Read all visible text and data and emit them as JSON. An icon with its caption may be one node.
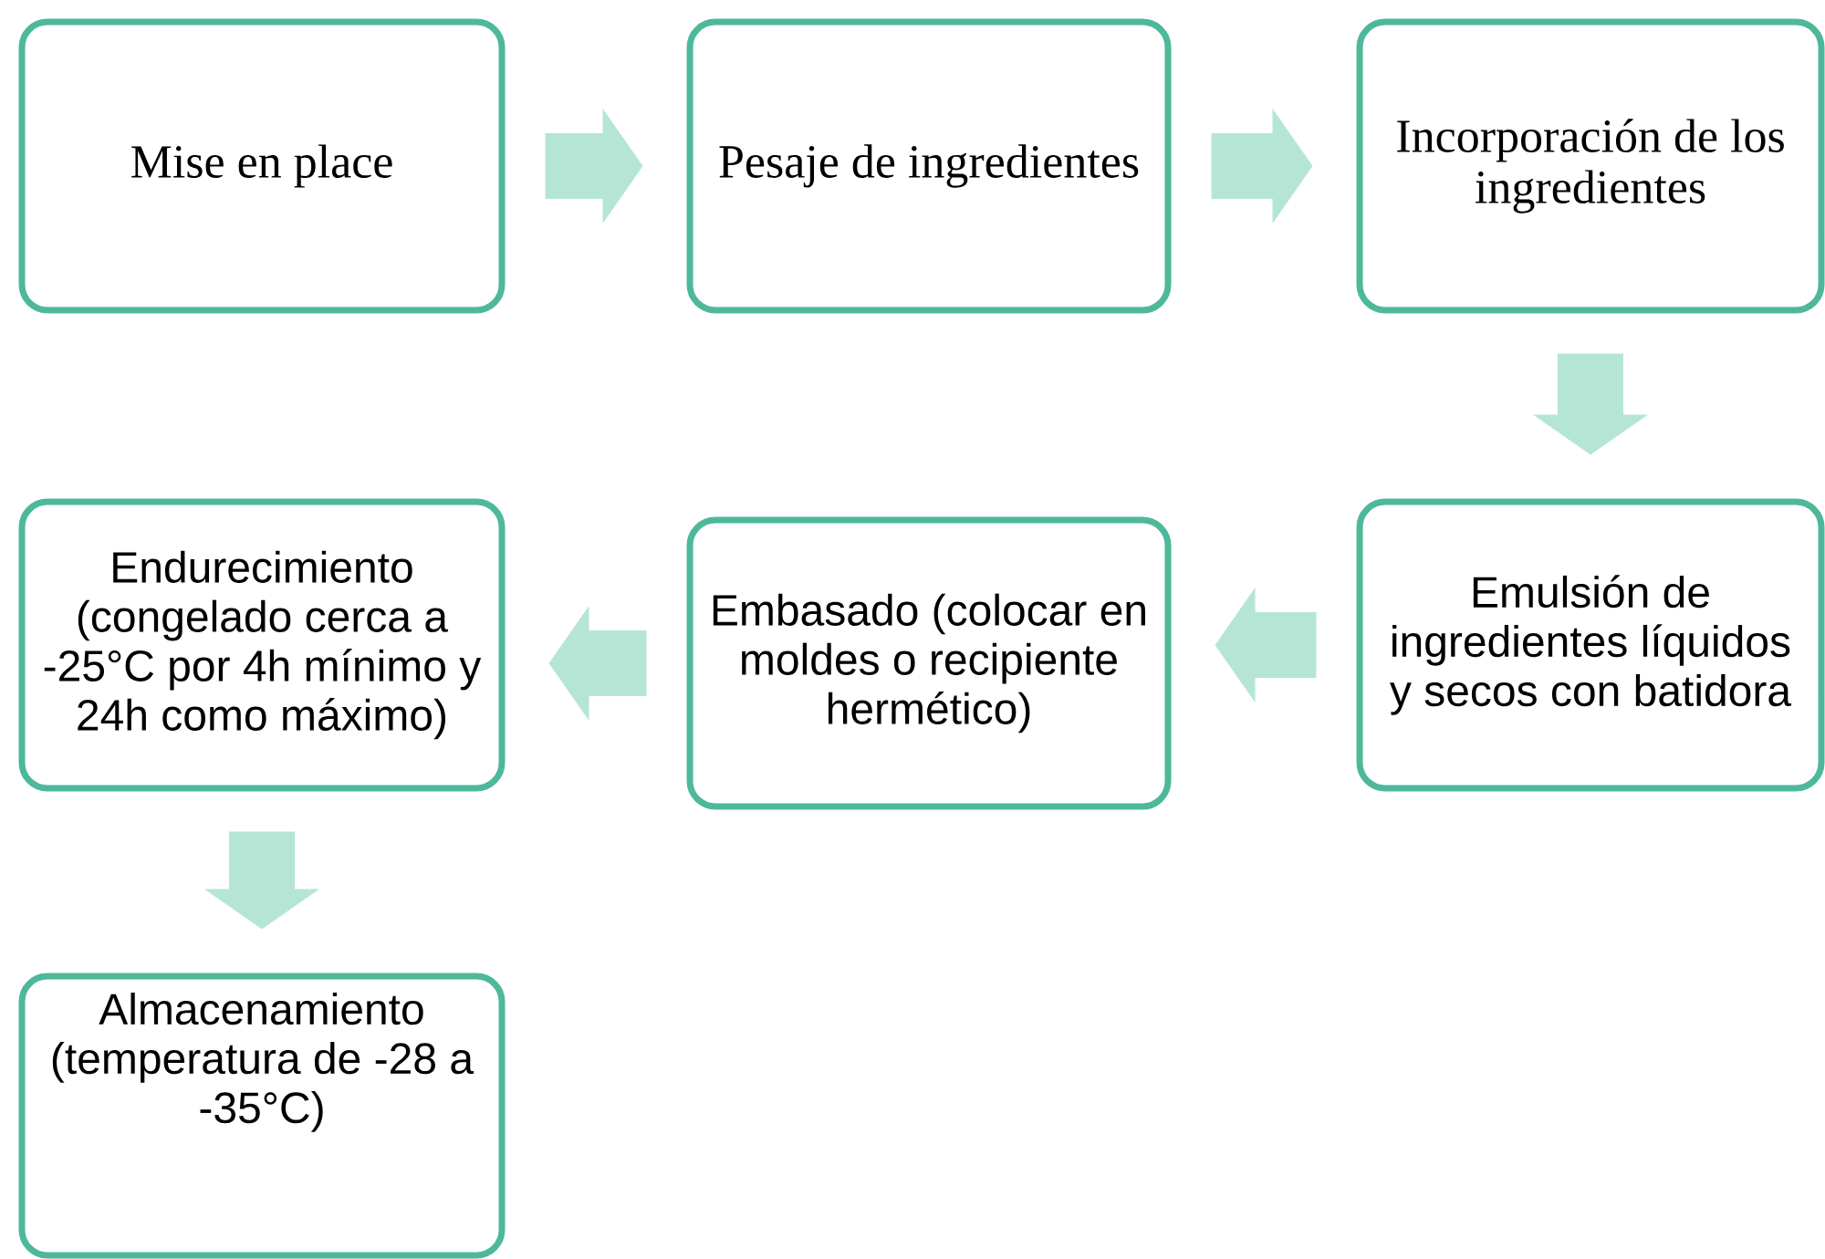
{
  "diagram": {
    "nodes": [
      {
        "text": [
          "Mise en place"
        ]
      },
      {
        "text": [
          "Pesaje de ingredientes"
        ]
      },
      {
        "text": [
          "Incorporación de los ingredientes"
        ]
      },
      {
        "text": [
          "Emulsión de ingredientes líquidos y secos con batidora"
        ]
      },
      {
        "text": [
          "Embasado (colocar en moldes o recipiente hermético)"
        ]
      },
      {
        "text": [
          "Endurecimiento (congelado cerca a -25°C por 4h mínimo y 24h como máximo)"
        ]
      },
      {
        "text": [
          "Almacenamiento (temperatura de -28 a -35°C)"
        ]
      }
    ],
    "edges": [
      {
        "from": 0,
        "to": 1,
        "arrow": "to"
      },
      {
        "from": 1,
        "to": 2,
        "arrow": "to"
      },
      {
        "from": 2,
        "to": 3,
        "arrow": "to"
      },
      {
        "from": 3,
        "to": 4,
        "arrow": "to"
      },
      {
        "from": 4,
        "to": 5,
        "arrow": "to"
      },
      {
        "from": 5,
        "to": 6,
        "arrow": "to"
      }
    ]
  }
}
